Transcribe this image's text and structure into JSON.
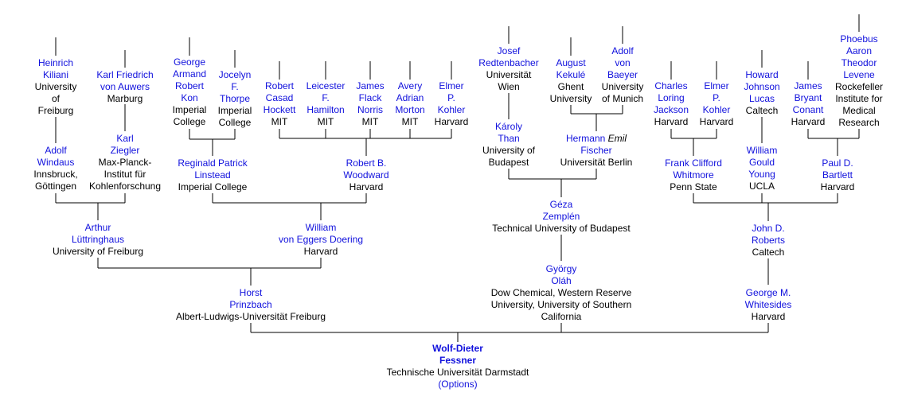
{
  "colors": {
    "link": "#1111dd",
    "text": "#000000",
    "line": "#000000",
    "background": "#ffffff"
  },
  "root": {
    "name": [
      "Wolf-Dieter",
      "Fessner"
    ],
    "institution": [
      "Technische Universität Darmstadt"
    ],
    "options_label": "(Options)"
  },
  "nodes": {
    "kiliani": {
      "name": [
        "Heinrich",
        "Kiliani"
      ],
      "institution": [
        "University",
        "of",
        "Freiburg"
      ]
    },
    "auwers": {
      "name": [
        "Karl Friedrich",
        "von Auwers"
      ],
      "institution": [
        "Marburg"
      ]
    },
    "kon": {
      "name": [
        "George",
        "Armand",
        "Robert",
        "Kon"
      ],
      "institution": [
        "Imperial",
        "College"
      ]
    },
    "thorpe": {
      "name": [
        "Jocelyn",
        "F.",
        "Thorpe"
      ],
      "institution": [
        "Imperial",
        "College"
      ]
    },
    "hockett": {
      "name": [
        "Robert",
        "Casad",
        "Hockett"
      ],
      "institution": [
        "MIT"
      ]
    },
    "hamilton": {
      "name": [
        "Leicester",
        "F.",
        "Hamilton"
      ],
      "institution": [
        "MIT"
      ]
    },
    "norris": {
      "name": [
        "James",
        "Flack",
        "Norris"
      ],
      "institution": [
        "MIT"
      ]
    },
    "morton": {
      "name": [
        "Avery",
        "Adrian",
        "Morton"
      ],
      "institution": [
        "MIT"
      ]
    },
    "kohler1": {
      "name": [
        "Elmer",
        "P.",
        "Kohler"
      ],
      "institution": [
        "Harvard"
      ]
    },
    "redtenbacher": {
      "name": [
        "Josef",
        "Redtenbacher"
      ],
      "institution": [
        "Universität",
        "Wien"
      ]
    },
    "kekule": {
      "name": [
        "August",
        "Kekulé"
      ],
      "institution": [
        "Ghent",
        "University"
      ]
    },
    "baeyer": {
      "name": [
        "Adolf",
        "von",
        "Baeyer"
      ],
      "institution": [
        "University",
        "of Munich"
      ]
    },
    "jackson": {
      "name": [
        "Charles",
        "Loring",
        "Jackson"
      ],
      "institution": [
        "Harvard"
      ]
    },
    "kohler2": {
      "name": [
        "Elmer",
        "P.",
        "Kohler"
      ],
      "institution": [
        "Harvard"
      ]
    },
    "lucas": {
      "name": [
        "Howard",
        "Johnson",
        "Lucas"
      ],
      "institution": [
        "Caltech"
      ]
    },
    "conant": {
      "name": [
        "James",
        "Bryant",
        "Conant"
      ],
      "institution": [
        "Harvard"
      ]
    },
    "levene": {
      "name": [
        "Phoebus",
        "Aaron",
        "Theodor",
        "Levene"
      ],
      "institution": [
        "Rockefeller",
        "Institute for",
        "Medical",
        "Research"
      ]
    },
    "windaus": {
      "name": [
        "Adolf",
        "Windaus"
      ],
      "institution": [
        "Innsbruck,",
        "Göttingen"
      ]
    },
    "ziegler": {
      "name": [
        "Karl",
        "Ziegler"
      ],
      "institution": [
        "Max-Planck-",
        "Institut für",
        "Kohlenforschung"
      ]
    },
    "linstead": {
      "name": [
        "Reginald Patrick",
        "Linstead"
      ],
      "institution": [
        "Imperial College"
      ]
    },
    "woodward": {
      "name": [
        "Robert B.",
        "Woodward"
      ],
      "institution": [
        "Harvard"
      ]
    },
    "than": {
      "name": [
        "Károly",
        "Than"
      ],
      "institution": [
        "University of",
        "Budapest"
      ]
    },
    "fischer": {
      "name": [
        "Hermann",
        "Fischer"
      ],
      "name_italic": "Emil",
      "institution": [
        "Universität Berlin"
      ]
    },
    "whitmore": {
      "name": [
        "Frank Clifford",
        "Whitmore"
      ],
      "institution": [
        "Penn State"
      ]
    },
    "young": {
      "name": [
        "William",
        "Gould",
        "Young"
      ],
      "institution": [
        "UCLA"
      ]
    },
    "bartlett": {
      "name": [
        "Paul D.",
        "Bartlett"
      ],
      "institution": [
        "Harvard"
      ]
    },
    "luttringhaus": {
      "name": [
        "Arthur",
        "Lüttringhaus"
      ],
      "institution": [
        "University of Freiburg"
      ]
    },
    "doering": {
      "name": [
        "William",
        "von Eggers Doering"
      ],
      "institution": [
        "Harvard"
      ]
    },
    "zemplen": {
      "name": [
        "Géza",
        "Zemplén"
      ],
      "institution": [
        "Technical University of Budapest"
      ]
    },
    "roberts": {
      "name": [
        "John D.",
        "Roberts"
      ],
      "institution": [
        "Caltech"
      ]
    },
    "olah": {
      "name": [
        "György",
        "Oláh"
      ],
      "institution": [
        "Dow Chemical, Western Reserve",
        "University, University of Southern",
        "California"
      ]
    },
    "prinzbach": {
      "name": [
        "Horst",
        "Prinzbach"
      ],
      "institution": [
        "Albert-Ludwigs-Universität Freiburg"
      ]
    },
    "whitesides": {
      "name": [
        "George M.",
        "Whitesides"
      ],
      "institution": [
        "Harvard"
      ]
    }
  }
}
